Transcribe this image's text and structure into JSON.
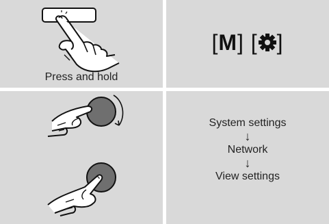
{
  "cells": {
    "press_hold": {
      "caption": "Press and hold"
    },
    "keys": {
      "menu_key": "M",
      "settings_icon": "gear-icon",
      "open_bracket": "[",
      "close_bracket": "]"
    },
    "rotary": {
      "icon": "rotary-knob-turn-icon"
    },
    "push": {
      "icon": "rotary-knob-press-icon"
    },
    "menu_path": {
      "steps": [
        "System settings",
        "Network",
        "View settings"
      ],
      "arrow": "↓"
    }
  },
  "colors": {
    "cell_background": "#d9d9d9",
    "knob_fill": "#6f6f6f",
    "line": "#111111"
  }
}
